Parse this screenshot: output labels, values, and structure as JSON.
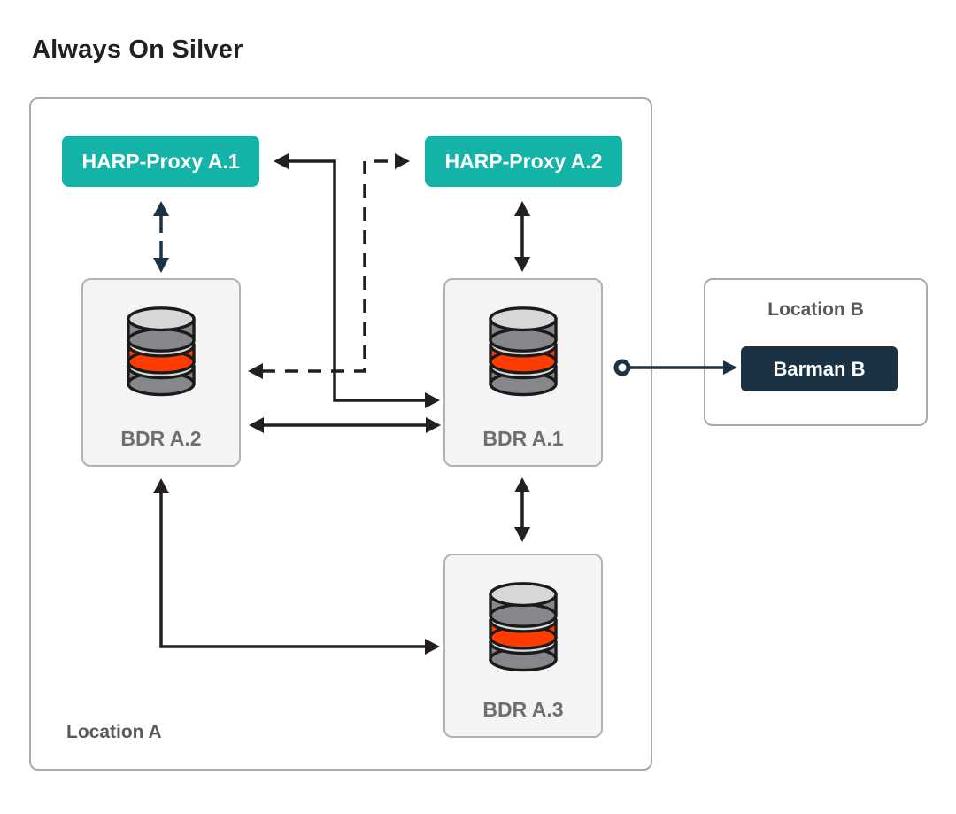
{
  "title": "Always On Silver",
  "colors": {
    "teal_accent": "#14b3a8",
    "navy": "#1b3245",
    "db_orange": "#ff3c00",
    "db_gray": "#85878a",
    "db_light_gray": "#d6d7d8",
    "arrow_black": "#231f20",
    "zone_border": "#a8aaad",
    "node_fill": "#f4f4f5",
    "node_border": "#b0b2b5",
    "zone_label_gray": "#58595c",
    "node_label_gray": "#6d6e71"
  },
  "location_a": {
    "label": "Location A",
    "proxies": [
      {
        "label": "HARP-Proxy A.1"
      },
      {
        "label": "HARP-Proxy A.2"
      }
    ],
    "nodes": [
      {
        "label": "BDR A.2"
      },
      {
        "label": "BDR A.1"
      },
      {
        "label": "BDR A.3"
      }
    ]
  },
  "location_b": {
    "label": "Location B",
    "nodes": [
      {
        "label": "Barman B"
      }
    ]
  },
  "connections": [
    {
      "from": "HARP-Proxy A.1",
      "to": "BDR A.2",
      "style": "broken-navy-vertical",
      "direction": "both"
    },
    {
      "from": "HARP-Proxy A.2",
      "to": "BDR A.1",
      "style": "solid-black-vertical",
      "direction": "both"
    },
    {
      "from": "HARP-Proxy A.1",
      "to": "BDR A.1",
      "style": "solid-black-elbow",
      "direction": "both"
    },
    {
      "from": "HARP-Proxy A.2",
      "to": "BDR A.2",
      "style": "dashed-black-elbow",
      "direction": "both"
    },
    {
      "from": "BDR A.2",
      "to": "BDR A.1",
      "style": "solid-black-horizontal",
      "direction": "both"
    },
    {
      "from": "BDR A.1",
      "to": "BDR A.3",
      "style": "solid-black-vertical",
      "direction": "both"
    },
    {
      "from": "BDR A.2",
      "to": "BDR A.3",
      "style": "solid-black-elbow",
      "direction": "both"
    },
    {
      "from": "BDR A.1",
      "to": "Barman B",
      "style": "navy-circle-origin",
      "direction": "to"
    }
  ]
}
